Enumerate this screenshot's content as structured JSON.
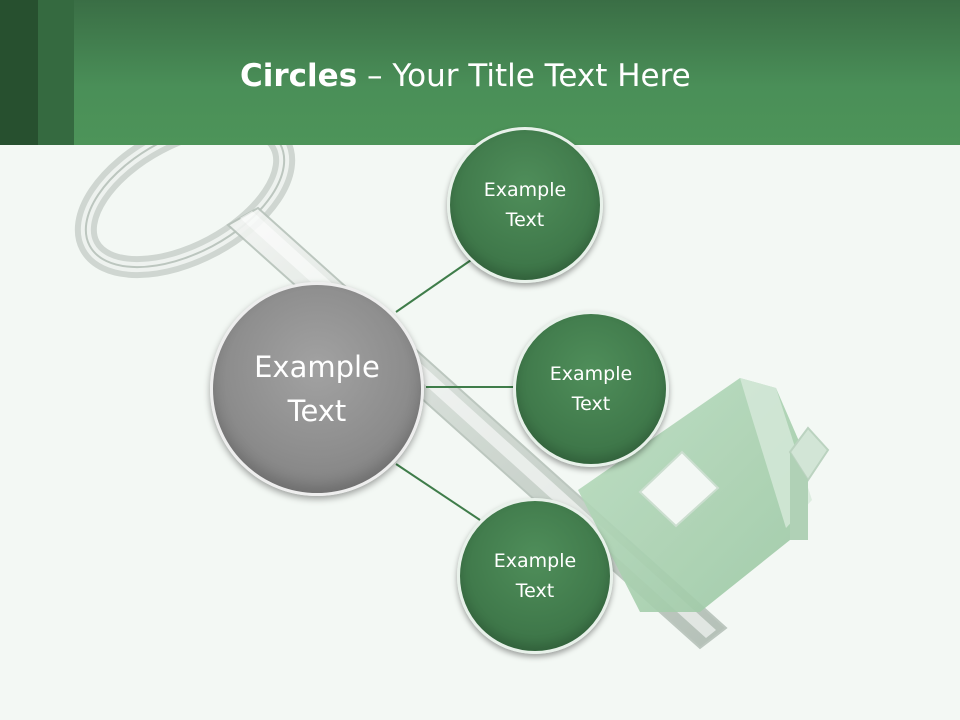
{
  "slide": {
    "title_bold": "Circles",
    "title_rest": " – Your Title Text Here"
  },
  "nodes": {
    "center": "Example\nText",
    "top": "Example\nText",
    "middle": "Example\nText",
    "bottom": "Example\nText"
  },
  "colors": {
    "header": "#4a8f58",
    "header_dark": "#27502f",
    "node_green": "#417b4c",
    "node_gray": "#8d8d8d",
    "connector": "#3f7d4a",
    "background": "#f3f8f4"
  },
  "illustration": {
    "icon": "key-with-house-icon"
  }
}
